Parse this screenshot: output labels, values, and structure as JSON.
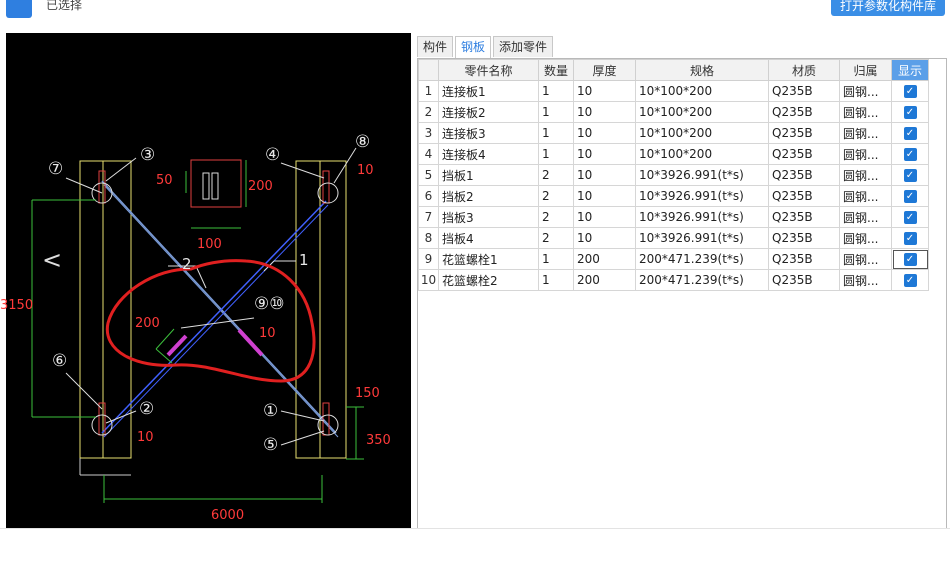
{
  "header": {
    "selected_label": "已选择",
    "open_library_button": "打开参数化构件库"
  },
  "tabs": [
    {
      "label": "构件"
    },
    {
      "label": "钢板"
    },
    {
      "label": "添加零件"
    }
  ],
  "table": {
    "columns": [
      "零件名称",
      "数量",
      "厚度",
      "规格",
      "材质",
      "归属",
      "显示"
    ],
    "rows": [
      {
        "idx": "1",
        "name": "连接板1",
        "qty": "1",
        "thickness": "10",
        "spec": "10*100*200",
        "material": "Q235B",
        "owner": "圆钢...",
        "shown": true
      },
      {
        "idx": "2",
        "name": "连接板2",
        "qty": "1",
        "thickness": "10",
        "spec": "10*100*200",
        "material": "Q235B",
        "owner": "圆钢...",
        "shown": true
      },
      {
        "idx": "3",
        "name": "连接板3",
        "qty": "1",
        "thickness": "10",
        "spec": "10*100*200",
        "material": "Q235B",
        "owner": "圆钢...",
        "shown": true
      },
      {
        "idx": "4",
        "name": "连接板4",
        "qty": "1",
        "thickness": "10",
        "spec": "10*100*200",
        "material": "Q235B",
        "owner": "圆钢...",
        "shown": true
      },
      {
        "idx": "5",
        "name": "挡板1",
        "qty": "2",
        "thickness": "10",
        "spec": "10*3926.991(t*s)",
        "material": "Q235B",
        "owner": "圆钢...",
        "shown": true
      },
      {
        "idx": "6",
        "name": "挡板2",
        "qty": "2",
        "thickness": "10",
        "spec": "10*3926.991(t*s)",
        "material": "Q235B",
        "owner": "圆钢...",
        "shown": true
      },
      {
        "idx": "7",
        "name": "挡板3",
        "qty": "2",
        "thickness": "10",
        "spec": "10*3926.991(t*s)",
        "material": "Q235B",
        "owner": "圆钢...",
        "shown": true
      },
      {
        "idx": "8",
        "name": "挡板4",
        "qty": "2",
        "thickness": "10",
        "spec": "10*3926.991(t*s)",
        "material": "Q235B",
        "owner": "圆钢...",
        "shown": true
      },
      {
        "idx": "9",
        "name": "花篮螺栓1",
        "qty": "1",
        "thickness": "200",
        "spec": "200*471.239(t*s)",
        "material": "Q235B",
        "owner": "圆钢...",
        "shown": true
      },
      {
        "idx": "10",
        "name": "花篮螺栓2",
        "qty": "1",
        "thickness": "200",
        "spec": "200*471.239(t*s)",
        "material": "Q235B",
        "owner": "圆钢...",
        "shown": true
      }
    ]
  },
  "drawing": {
    "labels": [
      "⑦",
      "③",
      "④",
      "⑧",
      "⑥",
      "②",
      "①",
      "⑤",
      "⑨⑩",
      "1",
      "2"
    ],
    "dims": [
      "50",
      "200",
      "100",
      "10",
      "3150",
      "200",
      "10",
      "10",
      "150",
      "350",
      "6000"
    ],
    "prev_arrow": "<"
  }
}
